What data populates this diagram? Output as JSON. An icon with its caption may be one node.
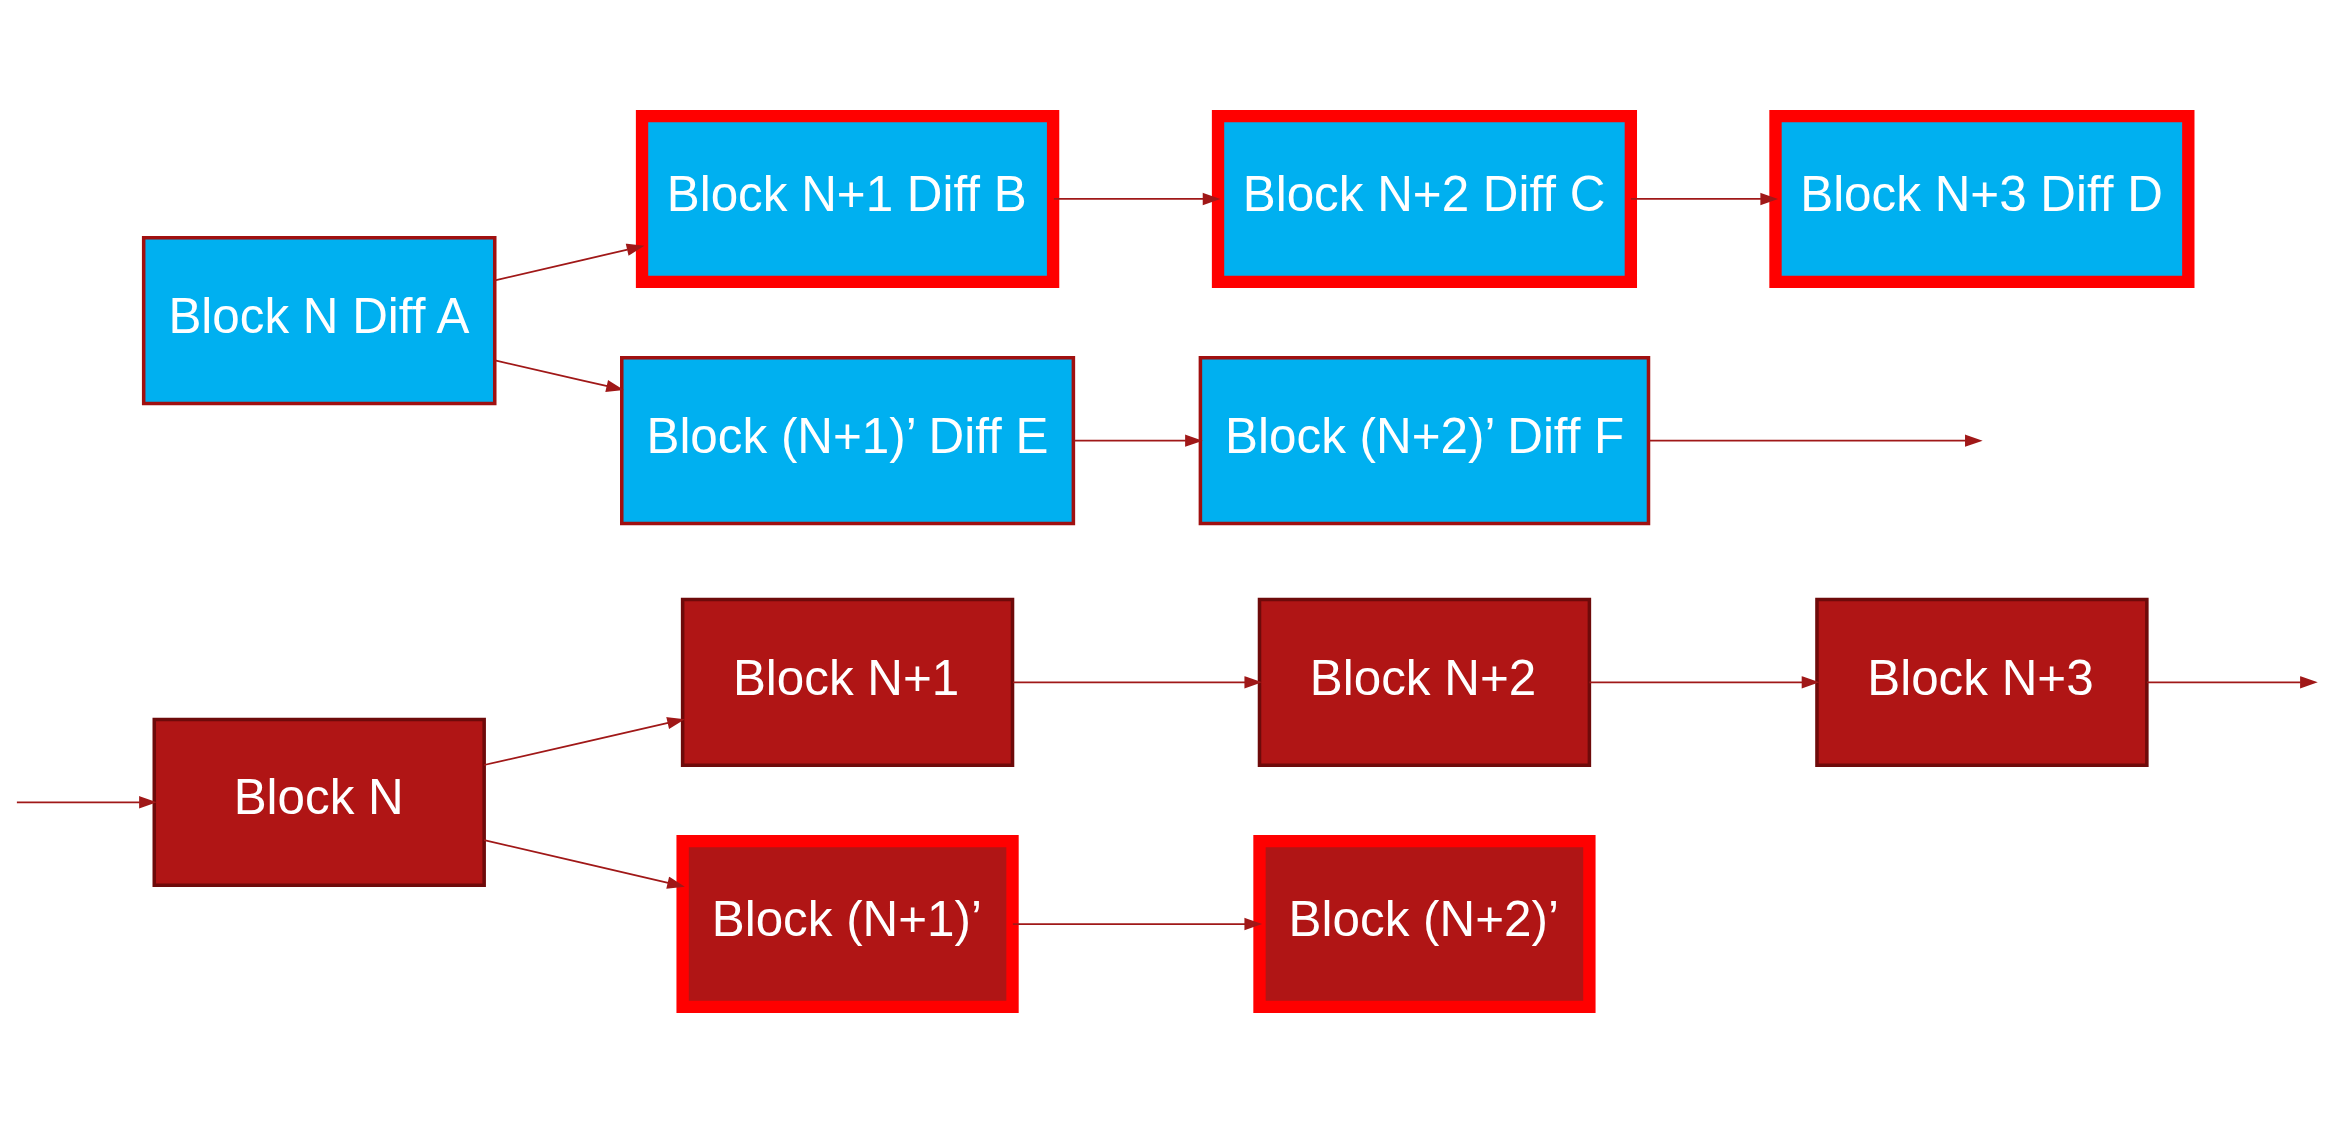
{
  "diagram": {
    "nodes": [
      {
        "text": [
          "Block N"
        ]
      },
      {
        "text": [
          "Block N+1"
        ]
      },
      {
        "text": [
          "Block N+2"
        ]
      },
      {
        "text": [
          "Block N+3"
        ]
      },
      {
        "text": [
          "Block (N+1)’"
        ]
      },
      {
        "text": [
          "Block (N+2)’"
        ]
      },
      {
        "text": [
          "Block N Diff A"
        ]
      },
      {
        "text": [
          "Block N+1 Diff B"
        ]
      },
      {
        "text": [
          "Block N+2 Diff C"
        ]
      },
      {
        "text": [
          "Block N+3 Diff D"
        ]
      },
      {
        "text": [
          "Block (N+1)’ Diff E"
        ]
      },
      {
        "text": [
          "Block (N+2)’ Diff F"
        ]
      }
    ],
    "edges": [
      {
        "from": null,
        "to": 0,
        "arrow": "to"
      },
      {
        "from": 0,
        "to": 1,
        "arrow": "to"
      },
      {
        "from": 1,
        "to": 2,
        "arrow": "to"
      },
      {
        "from": 2,
        "to": 3,
        "arrow": "to"
      },
      {
        "from": 3,
        "to": null,
        "arrow": "to"
      },
      {
        "from": 0,
        "to": 4,
        "arrow": "to"
      },
      {
        "from": 4,
        "to": 5,
        "arrow": "to"
      },
      {
        "from": 6,
        "to": 7,
        "arrow": "to"
      },
      {
        "from": 7,
        "to": 8,
        "arrow": "to"
      },
      {
        "from": 8,
        "to": 9,
        "arrow": "to"
      },
      {
        "from": 6,
        "to": 10,
        "arrow": "to"
      },
      {
        "from": 10,
        "to": 11,
        "arrow": "to"
      },
      {
        "from": 11,
        "to": null,
        "arrow": "to"
      }
    ]
  }
}
